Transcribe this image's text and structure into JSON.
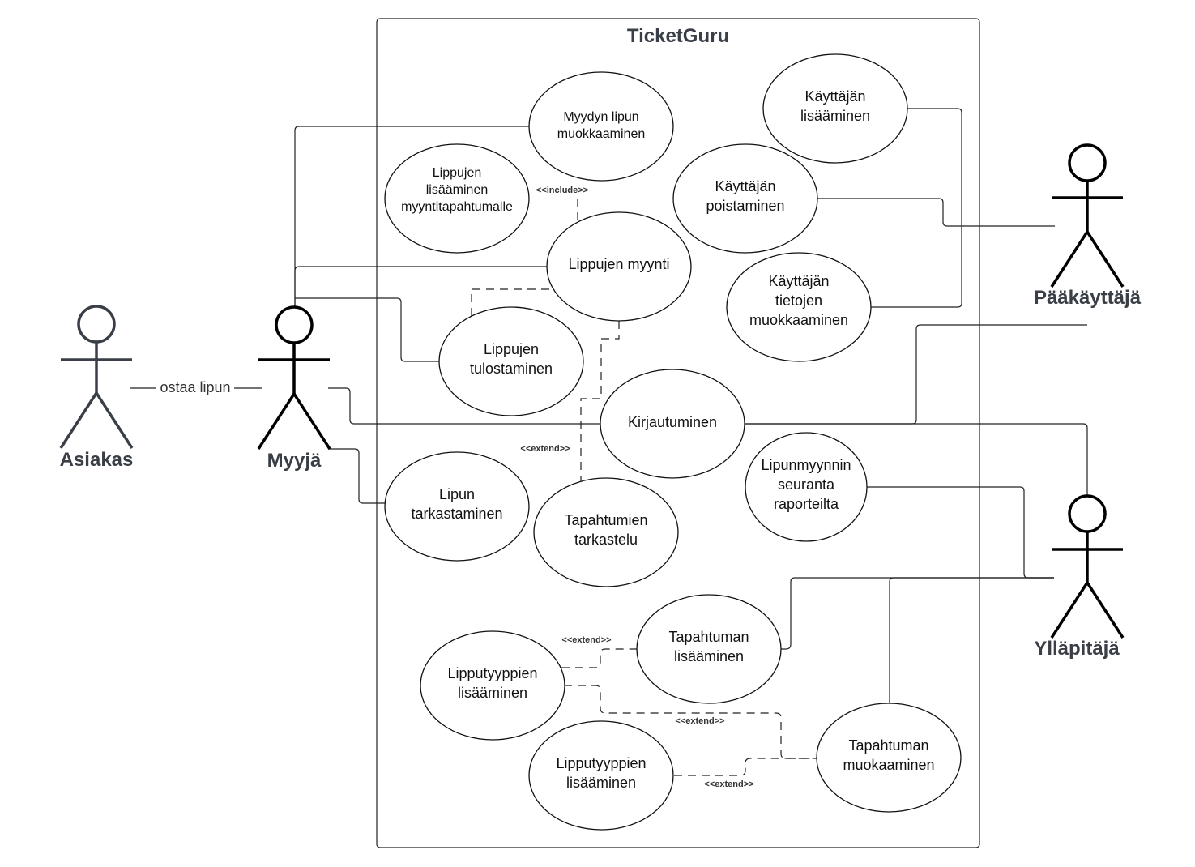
{
  "system": {
    "title": "TicketGuru"
  },
  "actors": {
    "asiakas": "Asiakas",
    "myyja": "Myyjä",
    "paakayttaja": "Pääkäyttäjä",
    "yllapitaja": "Ylläpitäjä"
  },
  "association_labels": {
    "ostaa_lipun": "ostaa lipun"
  },
  "use_cases": {
    "myydyn_lipun_muokkaaminen": [
      "Myydyn lipun",
      "muokkaaminen"
    ],
    "lippujen_lisaaminen": [
      "Lippujen",
      "lisääminen",
      "myyntitapahtumalle"
    ],
    "lippujen_myynti": [
      "Lippujen myynti"
    ],
    "lippujen_tulostaminen": [
      "Lippujen",
      "tulostaminen"
    ],
    "lipun_tarkastaminen": [
      "Lipun",
      "tarkastaminen"
    ],
    "tapahtumien_tarkastelu": [
      "Tapahtumien",
      "tarkastelu"
    ],
    "kirjautuminen": [
      "Kirjautuminen"
    ],
    "kayttajan_lisaaminen": [
      "Käyttäjän",
      "lisääminen"
    ],
    "kayttajan_poistaminen": [
      "Käyttäjän",
      "poistaminen"
    ],
    "kayttajan_tietojen_muokkaaminen": [
      "Käyttäjän",
      "tietojen",
      "muokkaaminen"
    ],
    "lipunmyynnin_seuranta": [
      "Lipunmyynnin",
      "seuranta",
      "raporteilta"
    ],
    "tapahtuman_lisaaminen": [
      "Tapahtuman",
      "lisääminen"
    ],
    "lipputyyppien_lisaaminen_1": [
      "Lipputyyppien",
      "lisääminen"
    ],
    "lipputyyppien_lisaaminen_2": [
      "Lipputyyppien",
      "lisääminen"
    ],
    "tapahtuman_muokaaminen": [
      "Tapahtuman",
      "muokaaminen"
    ]
  },
  "stereotypes": {
    "include": "<<include>>",
    "extend_tarkastelu": "<<extend>>",
    "extend_tapahtuman_lisaaminen": "<<extend>>",
    "extend_tapahtuman_muokaaminen": "<<extend>>",
    "extend_lipputyyppien_2": "<<extend>>"
  },
  "colors": {
    "actor_dark": "#000000",
    "actor_grey": "#3a3f47",
    "line": "#222222"
  }
}
